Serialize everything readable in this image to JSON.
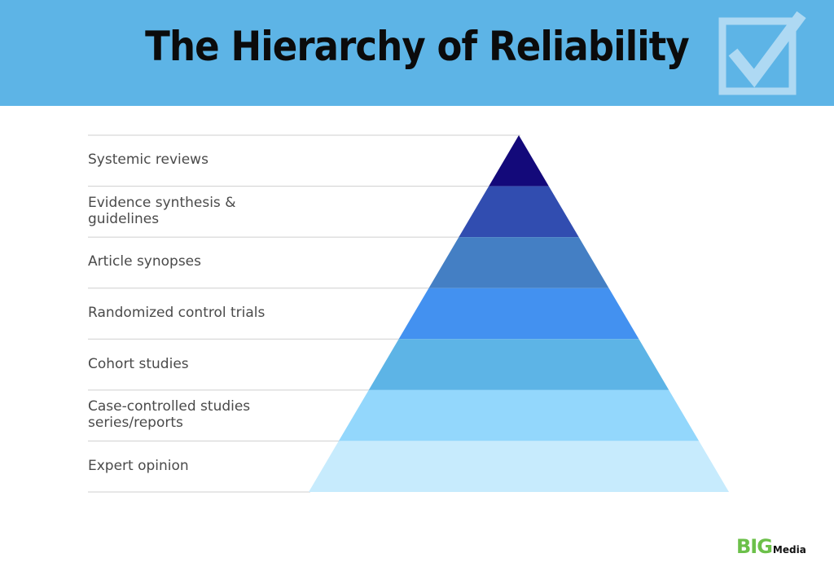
{
  "header": {
    "title": "The Hierarchy of Reliability",
    "icon": "checkbox-check-icon",
    "background_color": "#5db4e6"
  },
  "pyramid": {
    "levels": [
      {
        "label_lines": [
          "Systemic reviews"
        ],
        "color": "#13097a"
      },
      {
        "label_lines": [
          "Evidence synthesis &",
          "guidelines"
        ],
        "color": "#314db0"
      },
      {
        "label_lines": [
          "Article synopses"
        ],
        "color": "#447fc4"
      },
      {
        "label_lines": [
          "Randomized control trials"
        ],
        "color": "#4391f0"
      },
      {
        "label_lines": [
          "Cohort studies"
        ],
        "color": "#5db4e6"
      },
      {
        "label_lines": [
          "Case-controlled studies",
          "series/reports"
        ],
        "color": "#93d7fc"
      },
      {
        "label_lines": [
          "Expert opinion"
        ],
        "color": "#c7ebfd"
      }
    ]
  },
  "brand": {
    "big": "BIG",
    "media": "Media",
    "big_color": "#6cc04a"
  }
}
